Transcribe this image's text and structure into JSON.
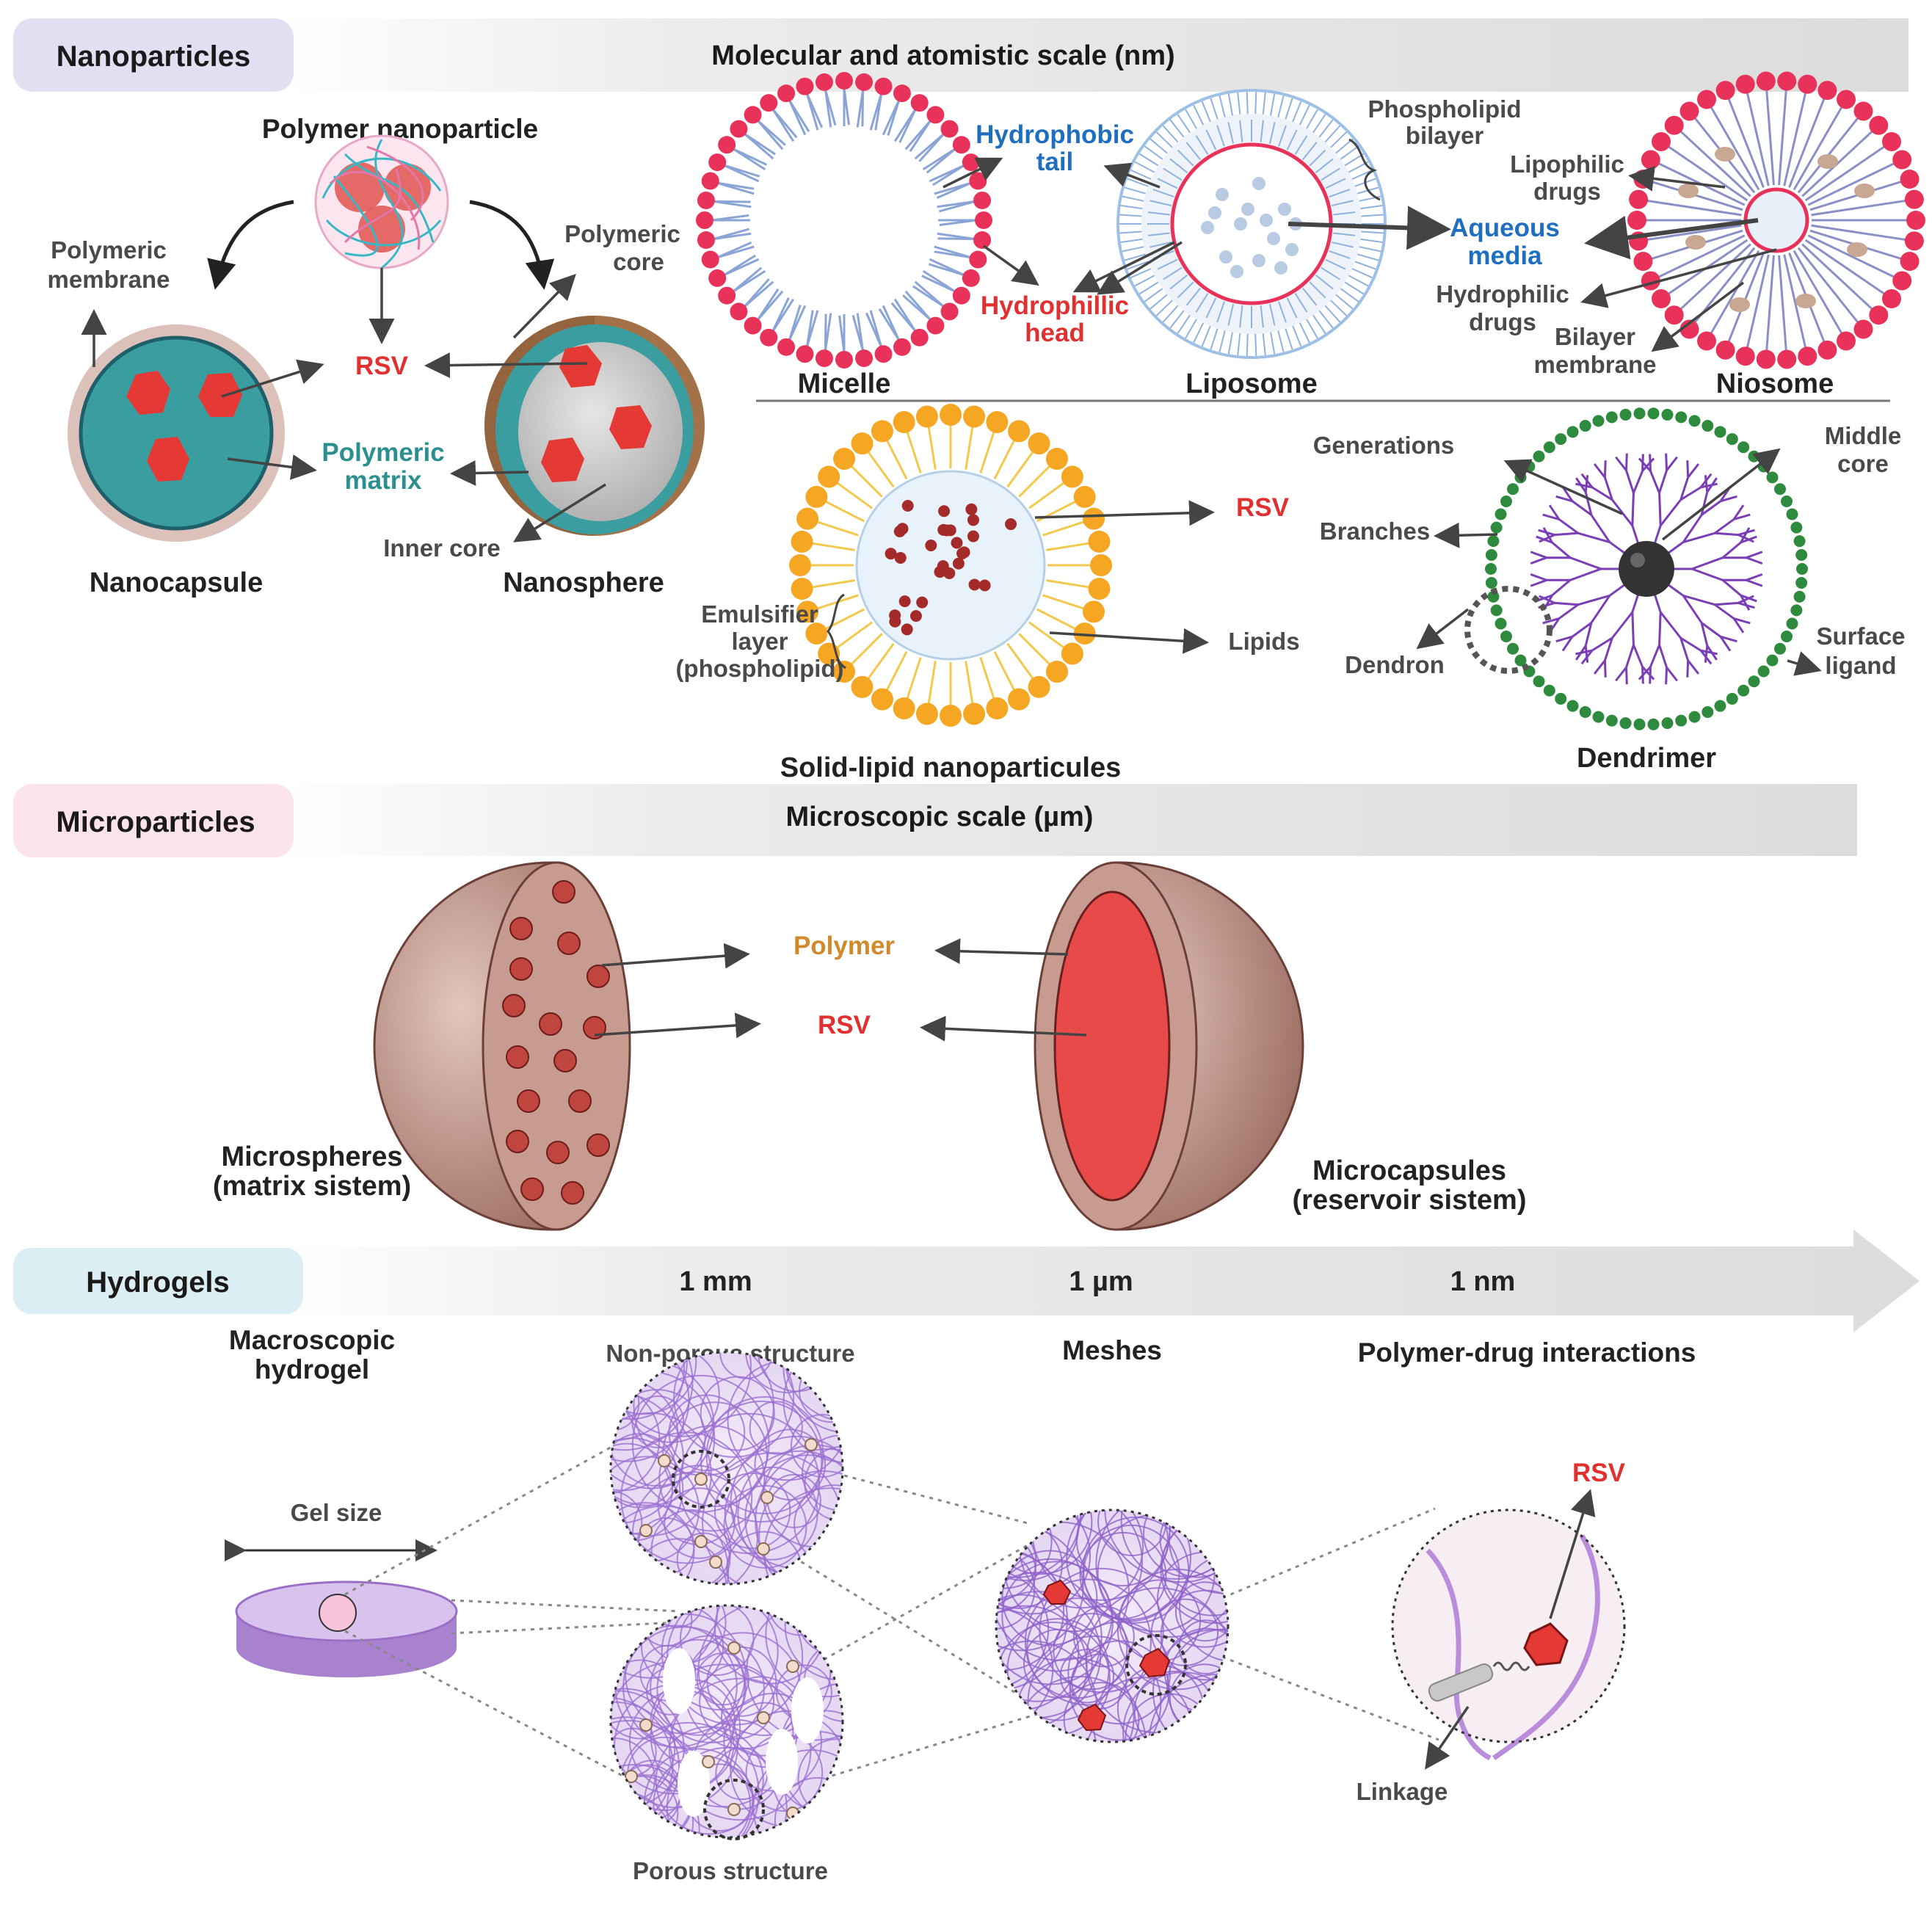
{
  "sections": {
    "nanoparticles": {
      "badge": "Nanoparticles",
      "banner": "Molecular and atomistic scale (nm)",
      "badge_color": "#e3dff2"
    },
    "microparticles": {
      "badge": "Microparticles",
      "banner": "Microscopic scale (µm)",
      "badge_color": "#fbe3ea"
    },
    "hydrogels": {
      "badge": "Hydrogels",
      "badge_color": "#dbeef3",
      "scale_marks": [
        "1 mm",
        "1 µm",
        "1 nm"
      ]
    }
  },
  "polymer_np": {
    "title": "Polymer nanoparticle",
    "polymeric_membrane": [
      "Polymeric",
      "membrane"
    ],
    "polymeric_core": [
      "Polymeric",
      "core"
    ],
    "rsv": "RSV",
    "polymeric_matrix": [
      "Polymeric",
      "matrix"
    ],
    "inner_core": "Inner core",
    "nanocapsule": "Nanocapsule",
    "nanosphere": "Nanosphere"
  },
  "vesicles": {
    "hydrophobic_tail": [
      "Hydrophobic",
      "tail"
    ],
    "hydrophilic_head": [
      "Hydrophillic",
      "head"
    ],
    "phospholipid_bilayer": [
      "Phospholipid",
      "bilayer"
    ],
    "aqueous_media": [
      "Aqueous",
      "media"
    ],
    "lipophilic_drugs": [
      "Lipophilic",
      "drugs"
    ],
    "hydrophilic_drugs": [
      "Hydrophilic",
      "drugs"
    ],
    "bilayer_membrane": [
      "Bilayer",
      "membrane"
    ],
    "micelle": "Micelle",
    "liposome": "Liposome",
    "niosome": "Niosome"
  },
  "sln": {
    "rsv": "RSV",
    "lipids": "Lipids",
    "emulsifier": [
      "Emulsifier",
      "layer",
      "(phospholipid)"
    ],
    "title": "Solid-lipid nanoparticules"
  },
  "dendrimer": {
    "generations": "Generations",
    "branches": "Branches",
    "dendron": "Dendron",
    "middle_core": [
      "Middle",
      "core"
    ],
    "surface_ligand": [
      "Surface",
      "ligand"
    ],
    "title": "Dendrimer"
  },
  "micro": {
    "polymer": "Polymer",
    "rsv": "RSV",
    "microspheres": [
      "Microspheres",
      "(matrix sistem)"
    ],
    "microcapsules": [
      "Microcapsules",
      "(reservoir sistem)"
    ]
  },
  "hydrogel": {
    "macroscopic": [
      "Macroscopic",
      "hydrogel"
    ],
    "gel_size": "Gel size",
    "non_porous": "Non-porous structure",
    "porous": "Porous structure",
    "meshes": "Meshes",
    "interactions": "Polymer-drug interactions",
    "rsv": "RSV",
    "linkage": "Linkage"
  },
  "colors": {
    "red_drug": "#e53935",
    "teal": "#3a9ea0",
    "micelle_head": "#e8325a",
    "sln_head": "#f5a623",
    "dendrimer_end": "#2e8b3e",
    "dendrimer_branch": "#7a3fb5",
    "microsphere": "#b98c80",
    "hydrogel": "#b99ad8"
  }
}
